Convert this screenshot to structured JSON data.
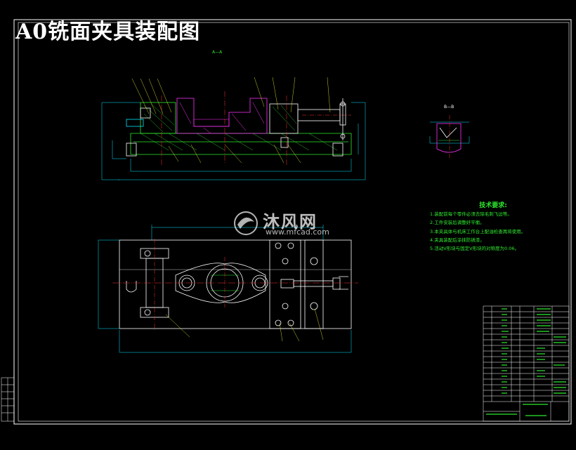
{
  "title": "A0铣面夹具装配图",
  "watermark": {
    "name": "沐风网",
    "url": "www.mfcad.com"
  },
  "section_labels": {
    "main": "A—A",
    "detail": "B—B"
  },
  "technical_requirements": {
    "title": "技术要求:",
    "items": [
      "1.装配前每个零件必须去除毛刺飞边等。",
      "2.工件安装后调整好平衡。",
      "3.本夹具体与机床工作台上配油检查再将使用。",
      "4.夹具装配后涂抹防锈漆。",
      "5.活动V形块与固定V形块的对称度为0.06。"
    ]
  },
  "colors": {
    "background": "#000000",
    "lines": "#ffffff",
    "dimension_cyan": "#00e5ff",
    "section_magenta": "#ff33ff",
    "hatch_green": "#2eea2e",
    "center_red": "#ff3030",
    "leader_yellow": "#ffff33"
  }
}
